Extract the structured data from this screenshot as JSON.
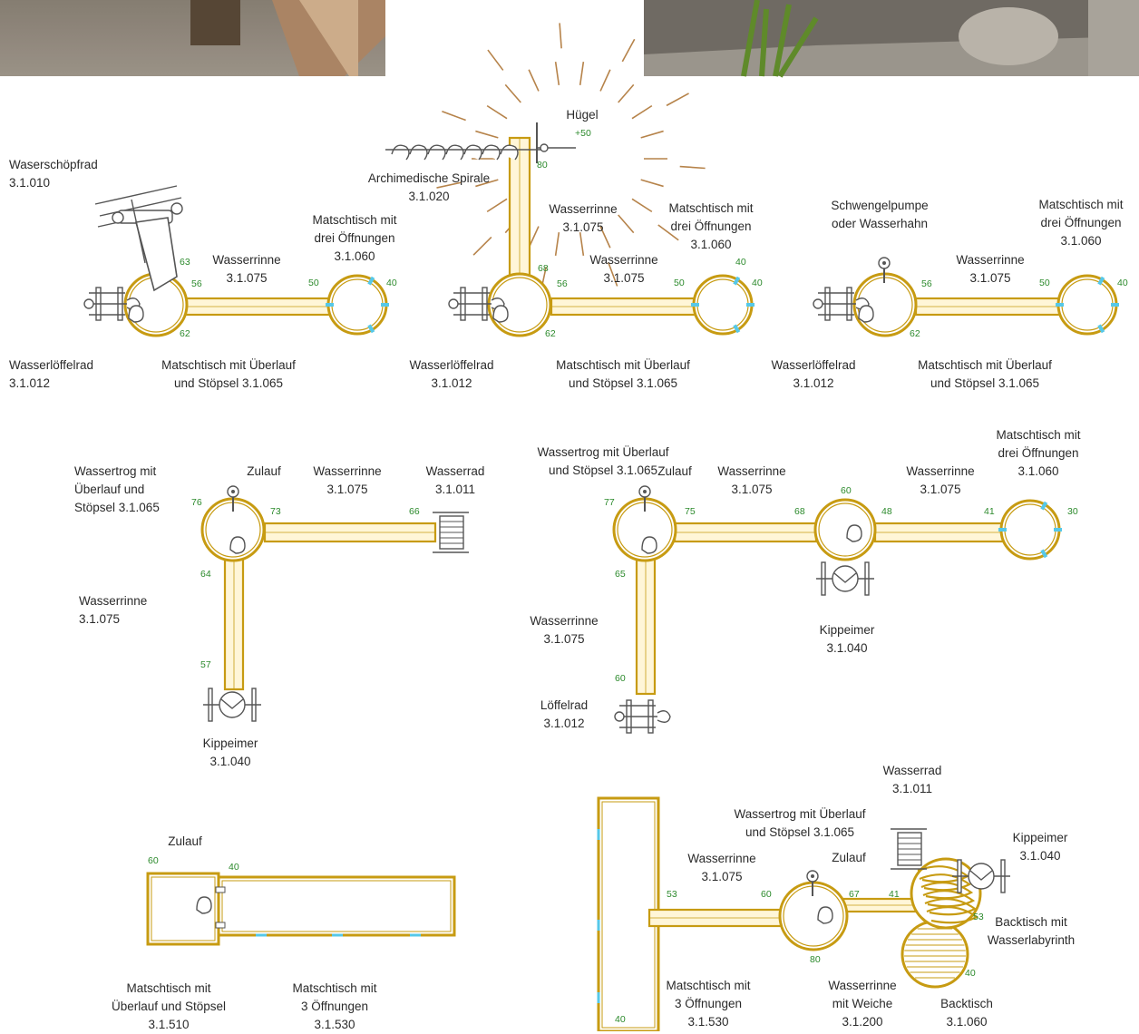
{
  "colors": {
    "channel": "#c79b12",
    "channel_fill": "#fff6d8",
    "line": "#555555",
    "sun": "#b6834a",
    "number": "#2c8a2c",
    "water": "#56c8e8"
  },
  "photos": {
    "left": "playground-photo",
    "right": "gravel-plant-photo"
  },
  "row1": {
    "a": {
      "wheel": "Waserschöpfrad\n3.1.010",
      "rinne": "Wasserrinne\n3.1.075",
      "matsch3": "Matschtisch mit\ndrei Öffnungen\n3.1.060",
      "loeffel": "Wasserlöffelrad\n3.1.012",
      "ueberlauf": "Matschtisch mit Überlauf\nund Stöpsel 3.1.065",
      "n63": "63",
      "n56": "56",
      "n62": "62",
      "n50": "50",
      "n40": "40"
    },
    "b": {
      "huegel": "Hügel",
      "huegel_h": "+50",
      "spirale": "Archimedische Spirale\n3.1.020",
      "rinne1": "Wasserrinne\n3.1.075",
      "rinne2": "Wasserrinne\n3.1.075",
      "matsch3": "Matschtisch mit\ndrei Öffnungen\n3.1.060",
      "loeffel": "Wasserlöffelrad\n3.1.012",
      "ueberlauf": "Matschtisch mit Überlauf\nund Stöpsel 3.1.065",
      "n80": "80",
      "n68": "68",
      "n56": "56",
      "n62": "62",
      "n50": "50",
      "n40a": "40",
      "n40b": "40"
    },
    "c": {
      "pumpe": "Schwengelpumpe\noder Wasserhahn",
      "rinne": "Wasserrinne\n3.1.075",
      "matsch3": "Matschtisch mit\ndrei Öffnungen\n3.1.060",
      "loeffel": "Wasserlöffelrad\n3.1.012",
      "ueberlauf": "Matschtisch mit Überlauf\nund Stöpsel 3.1.065",
      "n56": "56",
      "n62": "62",
      "n50": "50",
      "n40": "40"
    }
  },
  "row2": {
    "a": {
      "trog": "Wassertrog mit\nÜberlauf und\nStöpsel 3.1.065",
      "zulauf": "Zulauf",
      "rinne_h": "Wasserrinne\n3.1.075",
      "wasserrad": "Wasserrad\n3.1.011",
      "rinne_v": "Wasserrinne\n3.1.075",
      "kipp": "Kippeimer\n3.1.040",
      "n76": "76",
      "n73": "73",
      "n66": "66",
      "n64": "64",
      "n57": "57"
    },
    "b": {
      "trog": "Wassertrog mit Überlauf\nund Stöpsel 3.1.065",
      "zulauf": "Zulauf",
      "rinne1": "Wasserrinne\n3.1.075",
      "rinne2": "Wasserrinne\n3.1.075",
      "matsch3": "Matschtisch mit\ndrei Öffnungen\n3.1.060",
      "rinne_v": "Wasserrinne\n3.1.075",
      "kipp": "Kippeimer\n3.1.040",
      "loeffel": "Löffelrad\n3.1.012",
      "n77": "77",
      "n75": "75",
      "n60a": "60",
      "n68": "68",
      "n48": "48",
      "n41": "41",
      "n30": "30",
      "n65": "65",
      "n60b": "60"
    }
  },
  "row3": {
    "a": {
      "zulauf": "Zulauf",
      "ueberlauf": "Matschtisch mit\nÜberlauf und Stöpsel\n3.1.510",
      "matsch3": "Matschtisch mit\n3 Öffnungen\n3.1.530",
      "n60": "60",
      "n40": "40"
    },
    "b": {
      "wasserrad": "Wasserrad\n3.1.011",
      "trog": "Wassertrog mit Überlauf\nund Stöpsel 3.1.065",
      "rinne": "Wasserrinne\n3.1.075",
      "zulauf": "Zulauf",
      "kipp": "Kippeimer\n3.1.040",
      "backlab": "Backtisch mit\nWasserlabyrinth",
      "matsch3": "Matschtisch mit\n3 Öffnungen\n3.1.530",
      "weiche": "Wasserrinne\nmit Weiche\n3.1.200",
      "backtisch": "Backtisch\n3.1.060",
      "n53a": "53",
      "n60": "60",
      "n67": "67",
      "n41": "41",
      "n53b": "53",
      "n80": "80",
      "n40a": "40",
      "n40b": "40"
    }
  }
}
